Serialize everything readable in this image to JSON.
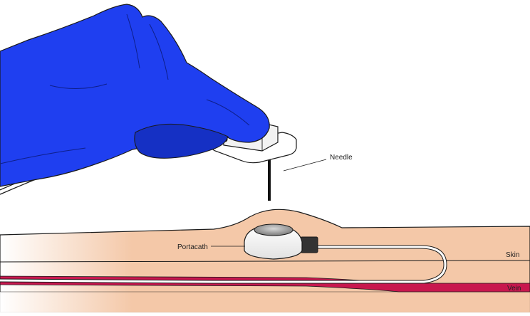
{
  "labels": {
    "needle": "Needle",
    "portacath": "Portacath",
    "skin": "Skin",
    "vein": "Vein"
  },
  "colors": {
    "glove": "#1f3ff0",
    "glove_shadow": "#1530c4",
    "skin_fill": "#f4c8a8",
    "skin_fade": "#ffffff",
    "vein": "#c8174e",
    "outline": "#1a1a1a",
    "port_body": "#f7f7f7",
    "port_cap": "#9a9a9a",
    "connector": "#333333",
    "needle": "#111111"
  }
}
